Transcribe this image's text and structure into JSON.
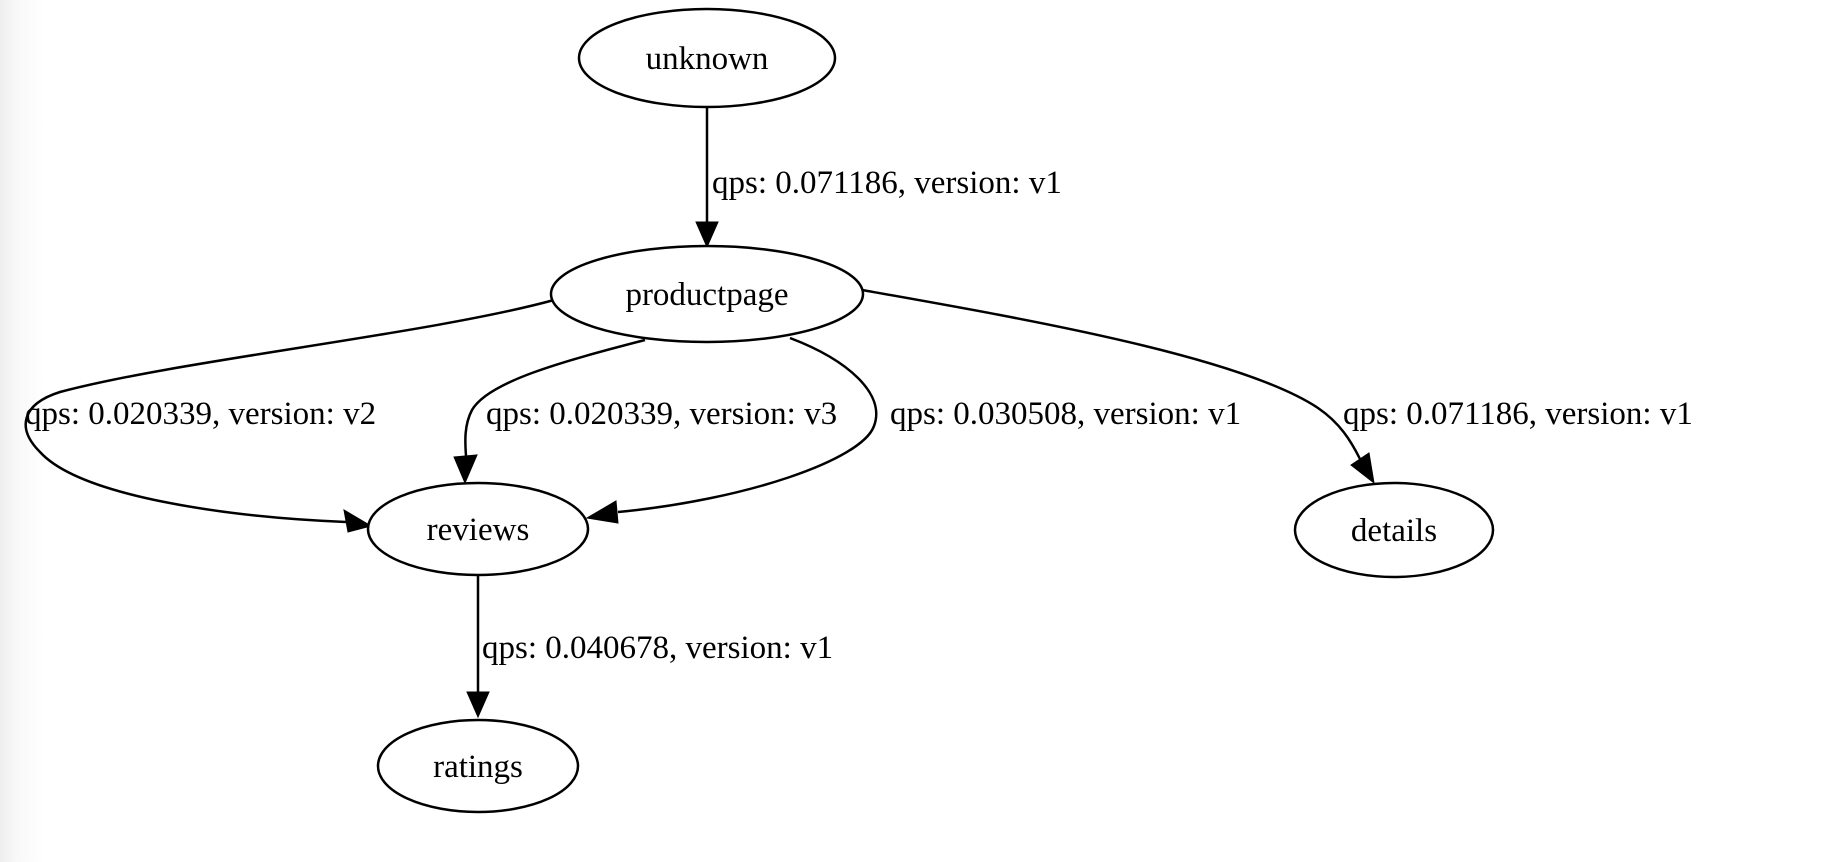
{
  "diagram": {
    "kind": "directed-service-graph",
    "colors": {
      "background": "#ffffff",
      "stroke": "#000000",
      "text": "#000000",
      "node_fill": "#ffffff"
    },
    "nodes": [
      {
        "id": "unknown",
        "label": "unknown"
      },
      {
        "id": "productpage",
        "label": "productpage"
      },
      {
        "id": "reviews",
        "label": "reviews"
      },
      {
        "id": "details",
        "label": "details"
      },
      {
        "id": "ratings",
        "label": "ratings"
      }
    ],
    "edges": [
      {
        "from": "unknown",
        "to": "productpage",
        "label": "qps: 0.071186, version: v1",
        "qps": "0.071186",
        "version": "v1"
      },
      {
        "from": "productpage",
        "to": "reviews",
        "label": "qps: 0.020339, version: v2",
        "qps": "0.020339",
        "version": "v2"
      },
      {
        "from": "productpage",
        "to": "reviews",
        "label": "qps: 0.020339, version: v3",
        "qps": "0.020339",
        "version": "v3"
      },
      {
        "from": "productpage",
        "to": "reviews",
        "label": "qps: 0.030508, version: v1",
        "qps": "0.030508",
        "version": "v1"
      },
      {
        "from": "productpage",
        "to": "details",
        "label": "qps: 0.071186, version: v1",
        "qps": "0.071186",
        "version": "v1"
      },
      {
        "from": "reviews",
        "to": "ratings",
        "label": "qps: 0.040678, version: v1",
        "qps": "0.040678",
        "version": "v1"
      }
    ]
  }
}
